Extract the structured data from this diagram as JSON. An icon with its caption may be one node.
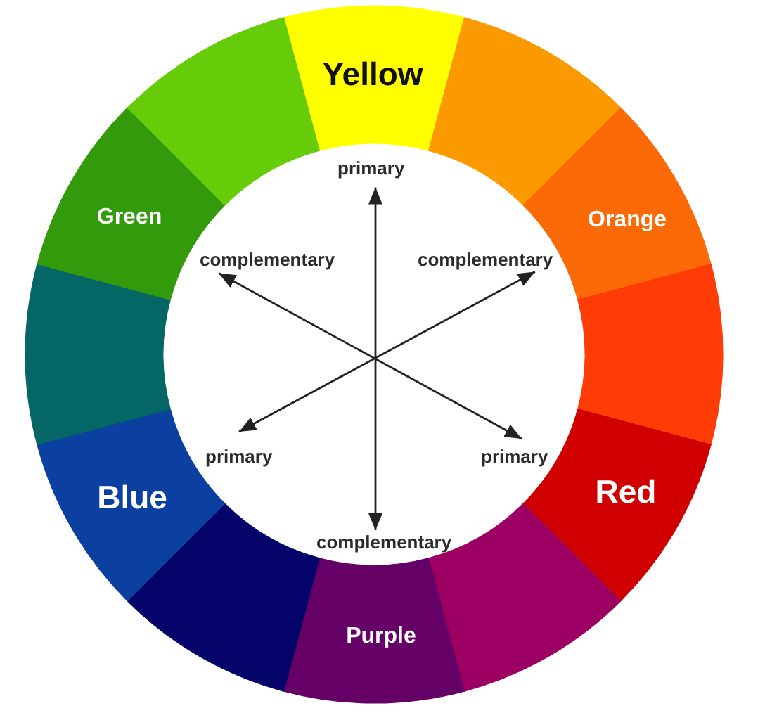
{
  "diagram": {
    "nodes": [
      {
        "text": [
          "Yellow"
        ]
      },
      {
        "text": [],
        "shape": "segment"
      },
      {
        "text": [
          "Orange"
        ]
      },
      {
        "text": [],
        "shape": "segment"
      },
      {
        "text": [
          "Red"
        ]
      },
      {
        "text": [],
        "shape": "segment"
      },
      {
        "text": [
          "Purple"
        ]
      },
      {
        "text": [],
        "shape": "segment"
      },
      {
        "text": [
          "Blue"
        ]
      },
      {
        "text": [],
        "shape": "segment"
      },
      {
        "text": [
          "Green"
        ]
      },
      {
        "text": [],
        "shape": "segment"
      },
      {
        "text": [
          "primary"
        ]
      },
      {
        "text": [
          "complementary"
        ]
      },
      {
        "text": [
          "complementary"
        ]
      },
      {
        "text": [
          "primary"
        ]
      },
      {
        "text": [
          "primary"
        ]
      },
      {
        "text": [
          "complementary"
        ]
      }
    ],
    "edges": [
      {
        "from": 12,
        "to": 17,
        "arrow": "both"
      },
      {
        "from": 13,
        "to": 16,
        "arrow": "both"
      },
      {
        "from": 14,
        "to": 15,
        "arrow": "both"
      }
    ]
  }
}
